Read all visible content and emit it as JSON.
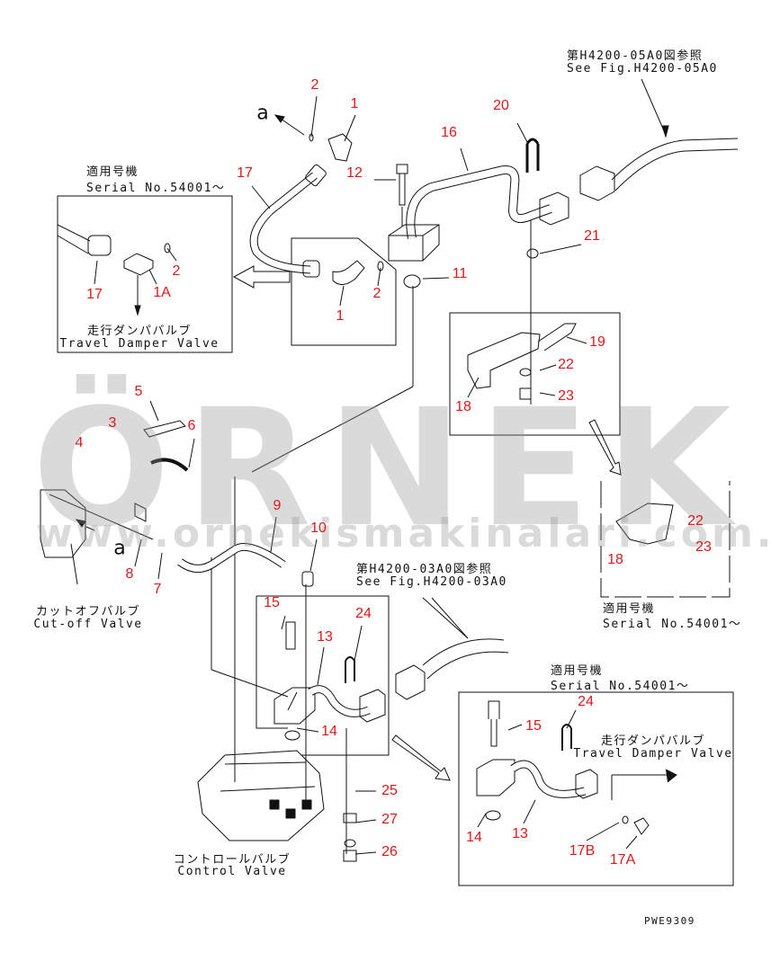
{
  "watermark": {
    "brand": "ÖRNEK",
    "url": "www.ornekismakinalari.com.tr"
  },
  "callouts": {
    "c2a": "2",
    "c1a": "1",
    "c17a": "17",
    "c12": "12",
    "c16": "16",
    "c20": "20",
    "c21": "21",
    "c11": "11",
    "c2b": "2",
    "c1b": "1",
    "c17b": "17",
    "c1A": "1A",
    "c2c": "2",
    "c19": "19",
    "c22a": "22",
    "c23a": "23",
    "c18a": "18",
    "c5": "5",
    "c3": "3",
    "c4": "4",
    "c6": "6",
    "c9": "9",
    "c10": "10",
    "c8": "8",
    "c7": "7",
    "c15a": "15",
    "c24a": "24",
    "c13a": "13",
    "c14a": "14",
    "c22b": "22",
    "c23b": "23",
    "c18b": "18",
    "c15b": "15",
    "c24b": "24",
    "c14b": "14",
    "c13b": "13",
    "c17B": "17B",
    "c17A": "17A",
    "c25": "25",
    "c27": "27",
    "c26": "26"
  },
  "letters": {
    "a1": "a",
    "a2": "a"
  },
  "captions": {
    "ref05_jp": "第H4200-05A0図参照",
    "ref05_en": "See Fig.H4200-05A0",
    "serial1_jp": "適用号機",
    "serial1_en": "Serial No.54001〜",
    "damper1_jp": "走行ダンパバルブ",
    "damper1_en": "Travel Damper Valve",
    "cutoff_jp": "カットオフバルブ",
    "cutoff_en": "Cut-off Valve",
    "ref03_jp": "第H4200-03A0図参照",
    "ref03_en": "See Fig.H4200-03A0",
    "serial2_jp": "適用号機",
    "serial2_en": "Serial No.54001〜",
    "serial3_jp": "適用号機",
    "serial3_en": "Serial No.54001〜",
    "damper2_jp": "走行ダンパバルブ",
    "damper2_en": "Travel Damper Valve",
    "control_jp": "コントロールバルブ",
    "control_en": "Control Valve",
    "drawing_no": "PWE9309"
  },
  "colors": {
    "callout": "#e01818",
    "line": "#111111"
  }
}
